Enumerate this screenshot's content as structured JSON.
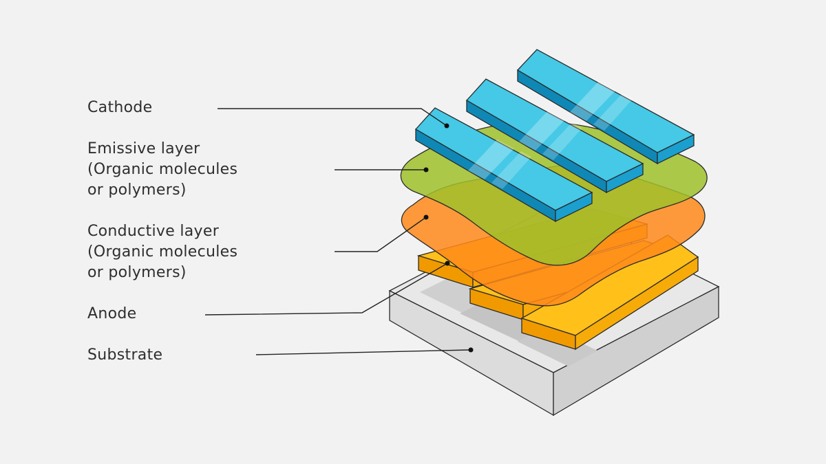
{
  "labels": {
    "cathode": {
      "lines": [
        "Cathode"
      ]
    },
    "emissive": {
      "lines": [
        "Emissive layer",
        "(Organic molecules",
        "or polymers)"
      ]
    },
    "conductive": {
      "lines": [
        "Conductive layer",
        "(Organic molecules",
        "or polymers)"
      ]
    },
    "anode": {
      "lines": [
        "Anode"
      ]
    },
    "substrate": {
      "lines": [
        "Substrate"
      ]
    }
  },
  "colors": {
    "background": "#f2f2f2",
    "cathode_top": "#45c9e6",
    "cathode_front": "#0f88b6",
    "cathode_side": "#1b9fcf",
    "emissive": "#9fc12a",
    "conductive": "#ff8a1a",
    "anode_top": "#ffc21a",
    "anode_front": "#f19a00",
    "substrate_top": "#e6e6e6",
    "substrate_front": "#d9d9d9",
    "outline": "#222222"
  }
}
